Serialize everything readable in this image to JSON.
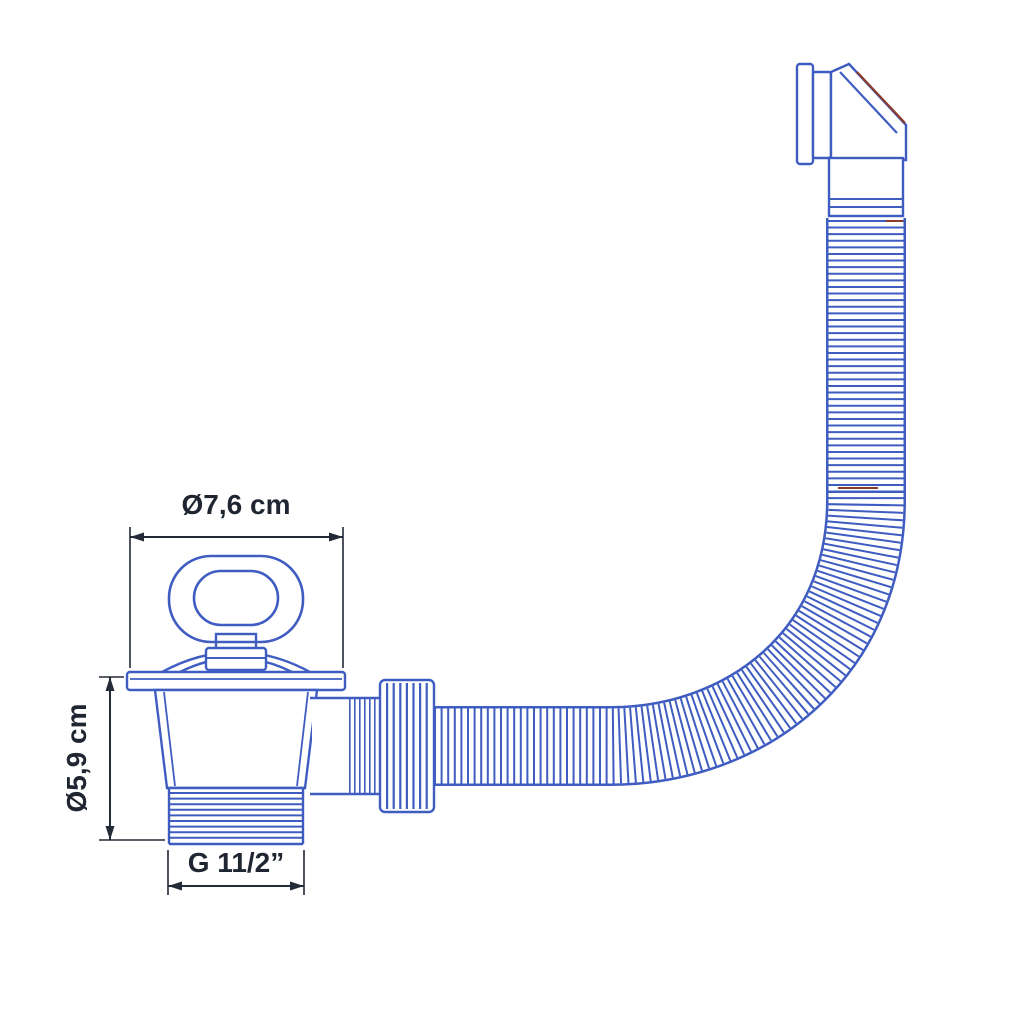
{
  "diagram": {
    "type": "technical-drawing",
    "dimensions": {
      "width_label": "Ø7,6 cm",
      "height_label": "Ø5,9 cm",
      "thread_label": "G 11/2”"
    },
    "colors": {
      "line": "#3f5cc1",
      "dimension": "#1f2631",
      "accent_red": "#8c3a2a",
      "background": "#ffffff"
    },
    "parts": [
      "drain-strainer-with-handle",
      "drain-flange",
      "tapered-drain-body",
      "threaded-outlet",
      "connector-nut",
      "corrugated-flexible-hose",
      "overflow-elbow-fitting"
    ]
  }
}
